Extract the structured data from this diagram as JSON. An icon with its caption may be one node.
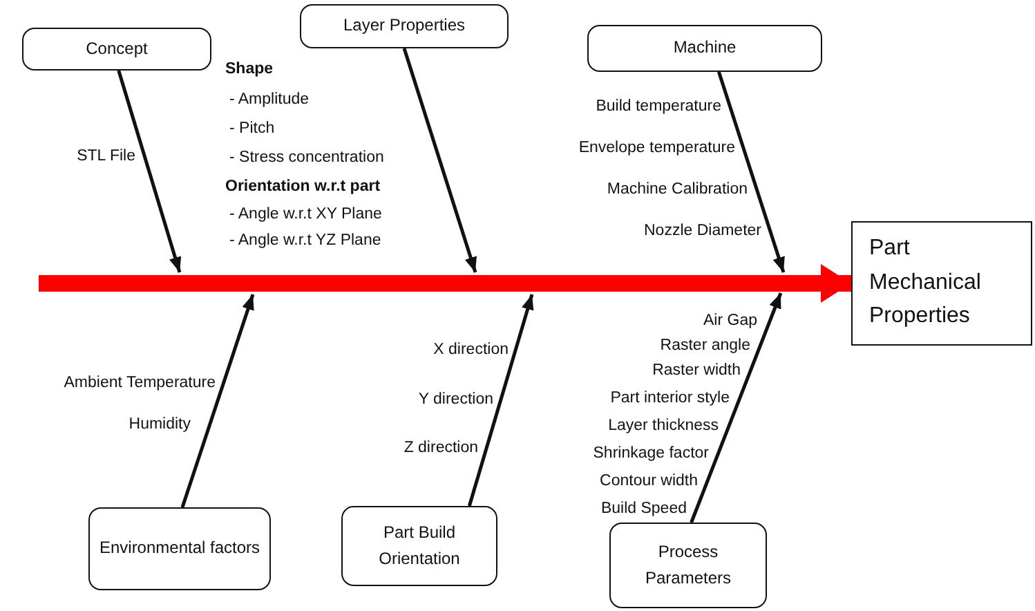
{
  "diagram": {
    "nodes": [
      {
        "text": [
          "Concept"
        ]
      },
      {
        "text": [
          "Layer Properties"
        ]
      },
      {
        "text": [
          "Machine"
        ]
      },
      {
        "text": [
          "Part Mechanical Properties"
        ]
      },
      {
        "text": [
          "Environmental factors"
        ]
      },
      {
        "text": [
          "Part Build Orientation"
        ]
      },
      {
        "text": [
          "Process Parameters"
        ]
      }
    ],
    "edges": [
      {
        "from": 0,
        "to": null,
        "arrow": "to"
      },
      {
        "from": 1,
        "to": null,
        "arrow": "to"
      },
      {
        "from": 2,
        "to": null,
        "arrow": "to"
      },
      {
        "from": 4,
        "to": null,
        "arrow": "to"
      },
      {
        "from": 5,
        "to": null,
        "arrow": "to"
      },
      {
        "from": 6,
        "to": null,
        "arrow": "to"
      },
      {
        "from": null,
        "to": 3,
        "arrow": "to",
        "style": "thick",
        "color": "#ff0000"
      }
    ],
    "labels": [
      "STL File",
      "Shape",
      "- Amplitude",
      "- Pitch",
      "- Stress concentration",
      "Orientation w.r.t part",
      "- Angle w.r.t XY Plane",
      "- Angle w.r.t YZ Plane",
      "Build temperature",
      "Envelope temperature",
      "Machine Calibration",
      "Nozzle Diameter",
      "Ambient Temperature",
      "Humidity",
      "X direction",
      "Y direction",
      "Z direction",
      "Air Gap",
      "Raster angle",
      "Raster width",
      "Part interior style",
      "Layer thickness",
      "Shrinkage factor",
      "Contour width",
      "Build Speed"
    ]
  }
}
